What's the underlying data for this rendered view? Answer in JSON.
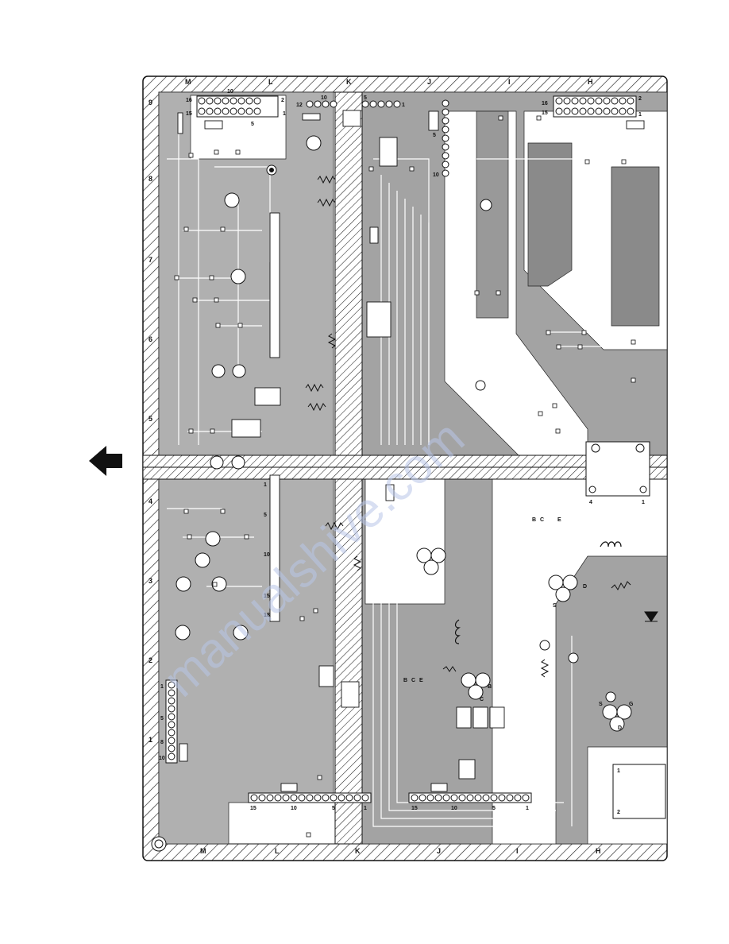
{
  "diagram": {
    "watermark": "manualshive.com",
    "grid_columns_top": [
      "M",
      "L",
      "K",
      "J",
      "I",
      "H"
    ],
    "grid_columns_bottom": [
      "M",
      "L",
      "K",
      "J",
      "I",
      "H"
    ],
    "grid_rows_left": [
      "9",
      "8",
      "7",
      "6",
      "5",
      "4",
      "3",
      "2",
      "1"
    ],
    "connectors": {
      "top_left": {
        "pin_a": "16",
        "pin_b": "15",
        "pin_c": "10",
        "pin_d": "5",
        "pin_e": "2",
        "pin_f": "1"
      },
      "top_center": {
        "pin_a": "12",
        "pin_b": "10",
        "pin_c": "5",
        "pin_d": "1"
      },
      "top_right": {
        "pin_a": "16",
        "pin_b": "15",
        "pin_c": "2",
        "pin_d": "1"
      },
      "vertical_mid": {
        "pin_a": "5",
        "pin_b": "10"
      },
      "bottom_left": {
        "pin_a": "15",
        "pin_b": "10",
        "pin_c": "5",
        "pin_d": "1"
      },
      "bottom_right": {
        "pin_a": "15",
        "pin_b": "10",
        "pin_c": "5",
        "pin_d": "1"
      },
      "left_side": {
        "pin_a": "1",
        "pin_b": "5",
        "pin_c": "8",
        "pin_d": "10"
      }
    },
    "ic_labels": {
      "a": "1",
      "b": "5",
      "c": "10",
      "d": "15",
      "e": "18"
    },
    "transformer_pins": {
      "left": "4",
      "right": "1"
    },
    "transistor_labels": {
      "b": "B",
      "c": "C",
      "e": "E",
      "s": "S",
      "g": "G",
      "d": "D"
    },
    "relay_pins": {
      "top": "1",
      "bottom": "2"
    }
  }
}
